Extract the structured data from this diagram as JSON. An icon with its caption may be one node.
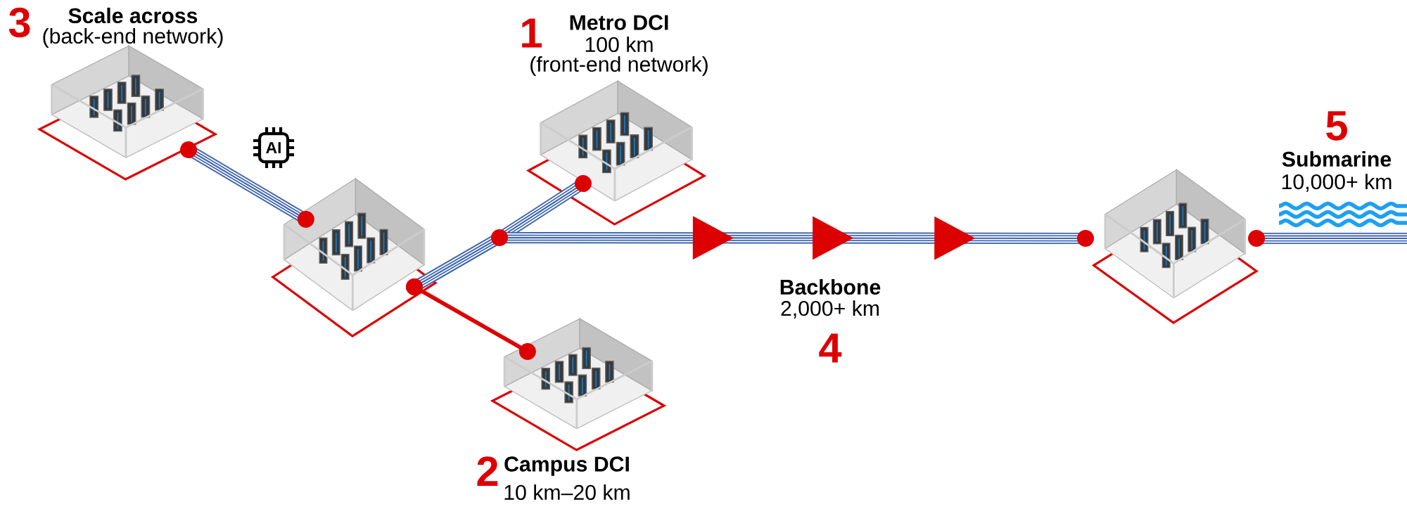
{
  "diagram": {
    "nodes": [
      {
        "text": [
          "Scale across",
          "(back-end network)"
        ],
        "beside": [
          "3"
        ]
      },
      {
        "text": [],
        "shape": "picture"
      },
      {
        "text": [
          "Metro DCI",
          "100 km",
          "(front-end network)"
        ],
        "beside": [
          "1"
        ]
      },
      {
        "text": [
          "Campus DCI",
          "10 km–20 km"
        ],
        "beside": [
          "2"
        ]
      },
      {
        "text": [],
        "shape": "picture"
      }
    ],
    "edges": [
      {
        "from": 0,
        "to": 1,
        "arrow": "other"
      },
      {
        "from": 1,
        "to": 2,
        "arrow": "other"
      },
      {
        "from": 1,
        "to": 4,
        "arrow": "to"
      },
      {
        "from": 1,
        "to": 3,
        "arrow": "other",
        "color": "#dd0000"
      },
      {
        "from": 4,
        "to": null,
        "arrow": "other"
      }
    ],
    "labels": [
      "5",
      "Submarine",
      "10,000+ km",
      "AI",
      "Backbone",
      "2,000+ km",
      "4"
    ]
  }
}
